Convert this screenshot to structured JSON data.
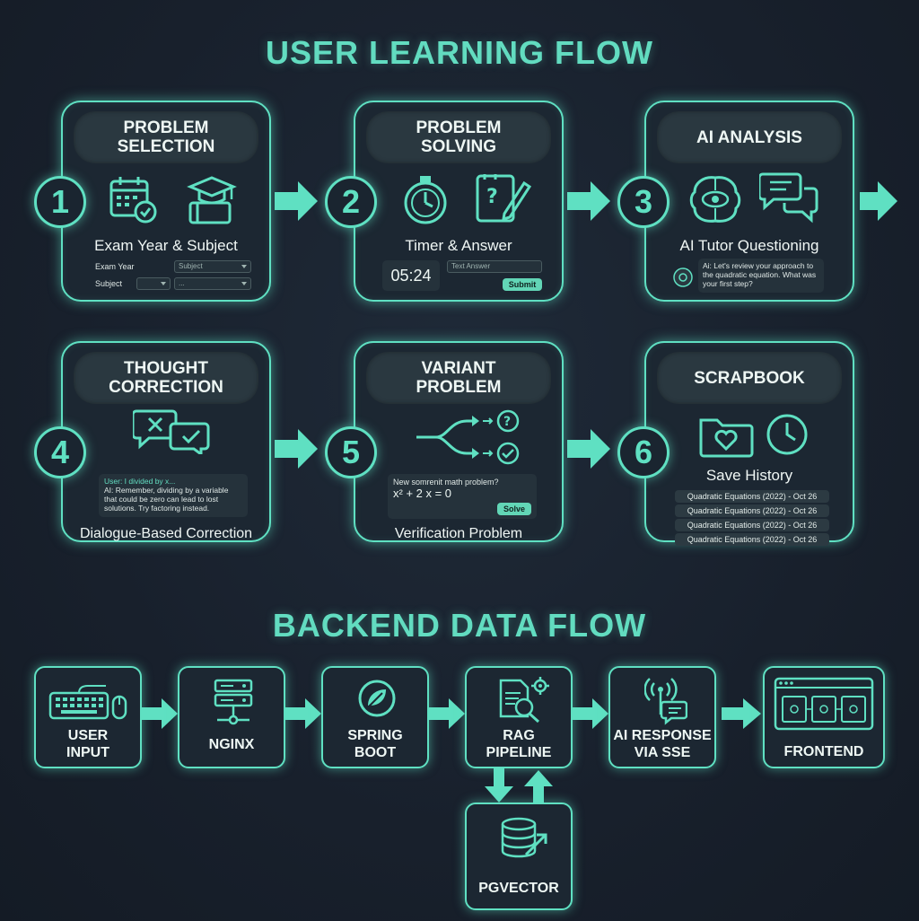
{
  "titles": {
    "user_flow": "USER LEARNING FLOW",
    "backend_flow": "BACKEND DATA FLOW"
  },
  "steps": [
    {
      "number": "1",
      "title_lines": [
        "PROBLEM",
        "SELECTION"
      ],
      "caption": "Exam Year & Subject",
      "exam_year_label": "Exam Year",
      "exam_year_value": "Subject",
      "subject_label": "Subject",
      "subject_value": "..."
    },
    {
      "number": "2",
      "title_lines": [
        "PROBLEM",
        "SOLVING"
      ],
      "caption": "Timer & Answer",
      "timer": "05:24",
      "answer_placeholder": "Text Answer",
      "submit": "Submit"
    },
    {
      "number": "3",
      "title_lines": [
        "AI ANALYSIS"
      ],
      "caption": "AI Tutor Questioning",
      "message": "Ai: Let's review your approach to the quadratic equation. What was your first step?"
    },
    {
      "number": "4",
      "title_lines": [
        "THOUGHT",
        "CORRECTION"
      ],
      "caption": "Dialogue-Based Correction",
      "user_line": "User: I divided by x...",
      "ai_line": "AI: Remember, dividing by a variable that could be zero can lead to lost solutions. Try factoring instead."
    },
    {
      "number": "5",
      "title_lines": [
        "VARIANT",
        "PROBLEM"
      ],
      "caption": "Verification Problem",
      "prompt": "New somrenit math problem?",
      "equation": "x² + 2 x = 0",
      "solve": "Solve"
    },
    {
      "number": "6",
      "title_lines": [
        "SCRAPBOOK"
      ],
      "caption": "Save History",
      "history": [
        "Quadratic Equations (2022) - Oct 26",
        "Quadratic Equations (2022) - Oct 26",
        "Quadratic Equations (2022) - Oct 26",
        "Quadratic Equations (2022) - Oct 26"
      ]
    }
  ],
  "backend": [
    {
      "label_lines": [
        "USER",
        "INPUT"
      ],
      "icon": "keyboard-mouse-icon"
    },
    {
      "label_lines": [
        "NGINX"
      ],
      "icon": "server-icon"
    },
    {
      "label_lines": [
        "SPRING",
        "BOOT"
      ],
      "icon": "spring-leaf-icon"
    },
    {
      "label_lines": [
        "RAG",
        "PIPELINE"
      ],
      "icon": "document-search-icon"
    },
    {
      "label_lines": [
        "AI RESPONSE",
        "VIA SSE"
      ],
      "icon": "broadcast-chat-icon"
    },
    {
      "label_lines": [
        "FRONTEND"
      ],
      "icon": "browser-window-icon"
    }
  ],
  "database": {
    "label": "PGVECTOR",
    "icon": "database-icon"
  },
  "colors": {
    "accent": "#5fe0c2",
    "background": "#18202c",
    "card": "#1c2732"
  }
}
